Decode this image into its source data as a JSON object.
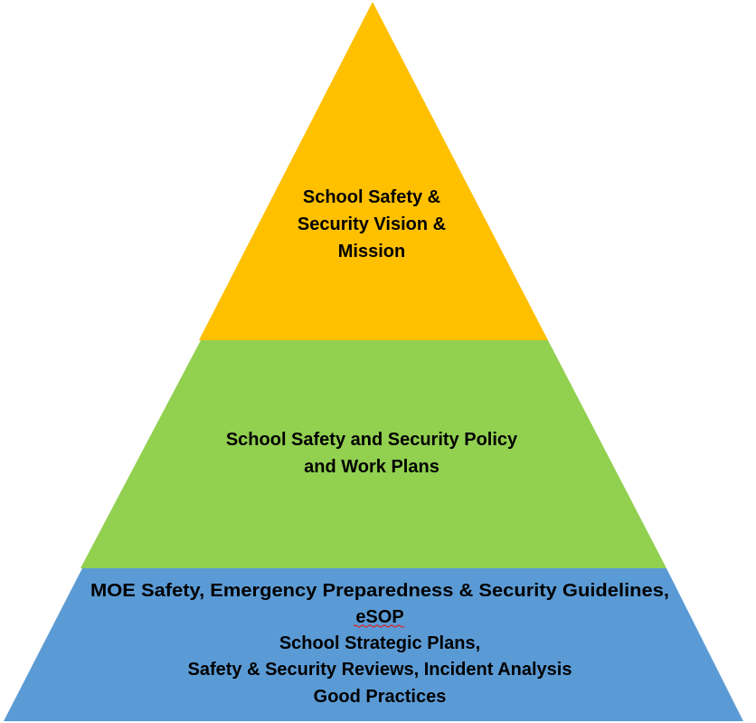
{
  "tiers": [
    {
      "name": "top",
      "color": "#ffc000",
      "lines": [
        "School Safety &",
        "Security Vision &",
        "Mission"
      ]
    },
    {
      "name": "middle",
      "color": "#92d050",
      "lines": [
        "School Safety and Security Policy",
        "and Work Plans"
      ]
    },
    {
      "name": "base",
      "color": "#5b9bd5",
      "lines": [
        "MOE Safety, Emergency Preparedness & Security Guidelines,",
        "eSOP",
        "School Strategic Plans,",
        "Safety & Security Reviews, Incident Analysis",
        "Good Practices"
      ]
    }
  ]
}
